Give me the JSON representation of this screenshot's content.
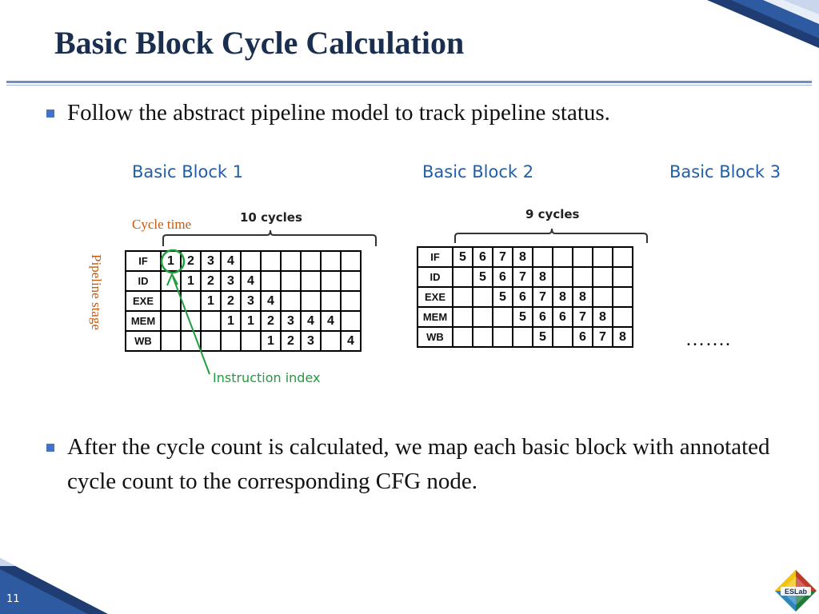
{
  "slide": {
    "title": "Basic Block Cycle Calculation",
    "page_number": "11",
    "bullets": [
      "Follow the abstract pipeline model to track pipeline status.",
      "After the cycle count is calculated, we map each basic block with annotated cycle count to the corresponding CFG node."
    ]
  },
  "diagram": {
    "block_labels": [
      "Basic Block 1",
      "Basic Block 2",
      "Basic Block 3"
    ],
    "cycle_time_label": "Cycle time",
    "pipeline_stage_label": "Pipeline stage",
    "instruction_index_label": "Instruction index",
    "ellipsis": "…….",
    "block1": {
      "brace_label": "10 cycles",
      "rows": [
        {
          "stage": "IF",
          "cells": [
            "1",
            "2",
            "3",
            "4",
            "",
            "",
            "",
            "",
            "",
            ""
          ]
        },
        {
          "stage": "ID",
          "cells": [
            "",
            "1",
            "2",
            "3",
            "4",
            "",
            "",
            "",
            "",
            ""
          ]
        },
        {
          "stage": "EXE",
          "cells": [
            "",
            "",
            "1",
            "2",
            "3",
            "4",
            "",
            "",
            "",
            ""
          ]
        },
        {
          "stage": "MEM",
          "cells": [
            "",
            "",
            "",
            "1",
            "1",
            "2",
            "3",
            "4",
            "4",
            ""
          ]
        },
        {
          "stage": "WB",
          "cells": [
            "",
            "",
            "",
            "",
            "",
            "1",
            "2",
            "3",
            "",
            "4"
          ]
        }
      ]
    },
    "block2": {
      "brace_label": "9 cycles",
      "rows": [
        {
          "stage": "IF",
          "cells": [
            "5",
            "6",
            "7",
            "8",
            "",
            "",
            "",
            "",
            ""
          ]
        },
        {
          "stage": "ID",
          "cells": [
            "",
            "5",
            "6",
            "7",
            "8",
            "",
            "",
            "",
            ""
          ]
        },
        {
          "stage": "EXE",
          "cells": [
            "",
            "",
            "5",
            "6",
            "7",
            "8",
            "8",
            "",
            ""
          ]
        },
        {
          "stage": "MEM",
          "cells": [
            "",
            "",
            "",
            "5",
            "6",
            "6",
            "7",
            "8",
            ""
          ]
        },
        {
          "stage": "WB",
          "cells": [
            "",
            "",
            "",
            "",
            "5",
            "",
            "6",
            "7",
            "8"
          ]
        }
      ]
    }
  },
  "logo": {
    "text": "ESLab"
  },
  "colors": {
    "title": "#1a2f4f",
    "bullet": "#4472c4",
    "block_label": "#1f5fa8",
    "annotation": "#c55a11",
    "instruction_marker": "#1e9e3c"
  }
}
